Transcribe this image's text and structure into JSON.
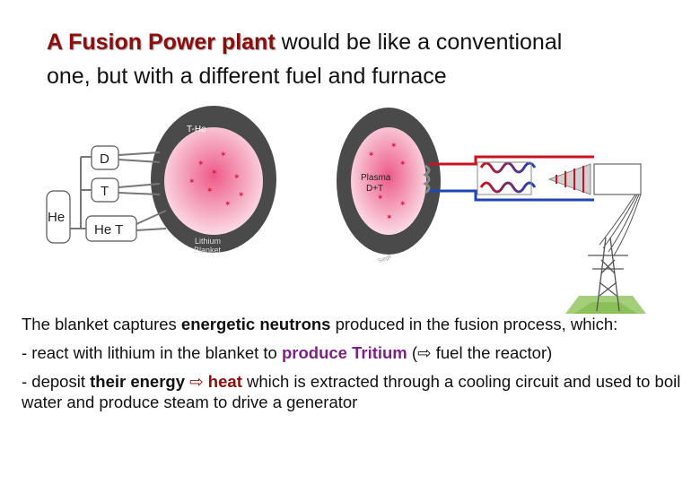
{
  "title": {
    "highlight": "A Fusion Power plant",
    "line1_rest": " would be like a conventional",
    "line2": "one, but with a different fuel and furnace"
  },
  "diagram": {
    "labels": {
      "d": "D",
      "t": "T",
      "he": "He",
      "he_t": "He T",
      "t_he": "T-He",
      "plasma_1": "Plasma",
      "plasma_2": "D+T",
      "lithium_1": "Lithium",
      "lithium_2": "Blanket",
      "watermark": "Siegfr"
    },
    "colors": {
      "blanket": "#454545",
      "plasma": "#f39ab4",
      "hot_pipe": "#c8141e",
      "cold_pipe": "#1e46b4",
      "field": "#7fb24a",
      "pylon": "#555555"
    }
  },
  "text": {
    "p1": {
      "a": "The blanket captures ",
      "b": "energetic neutrons",
      "c": " produced in the fusion process, which:"
    },
    "p2": {
      "a": "- react with lithium in the blanket to ",
      "b": "produce Tritium",
      "c": " (",
      "arrow": "⇨",
      "d": " fuel the reactor)"
    },
    "p3": {
      "a": "- deposit ",
      "b": "their energy ",
      "arrow": "⇨",
      "c": " heat",
      "d": " which is extracted through a cooling circuit and used to boil water and produce steam to drive a generator"
    }
  }
}
